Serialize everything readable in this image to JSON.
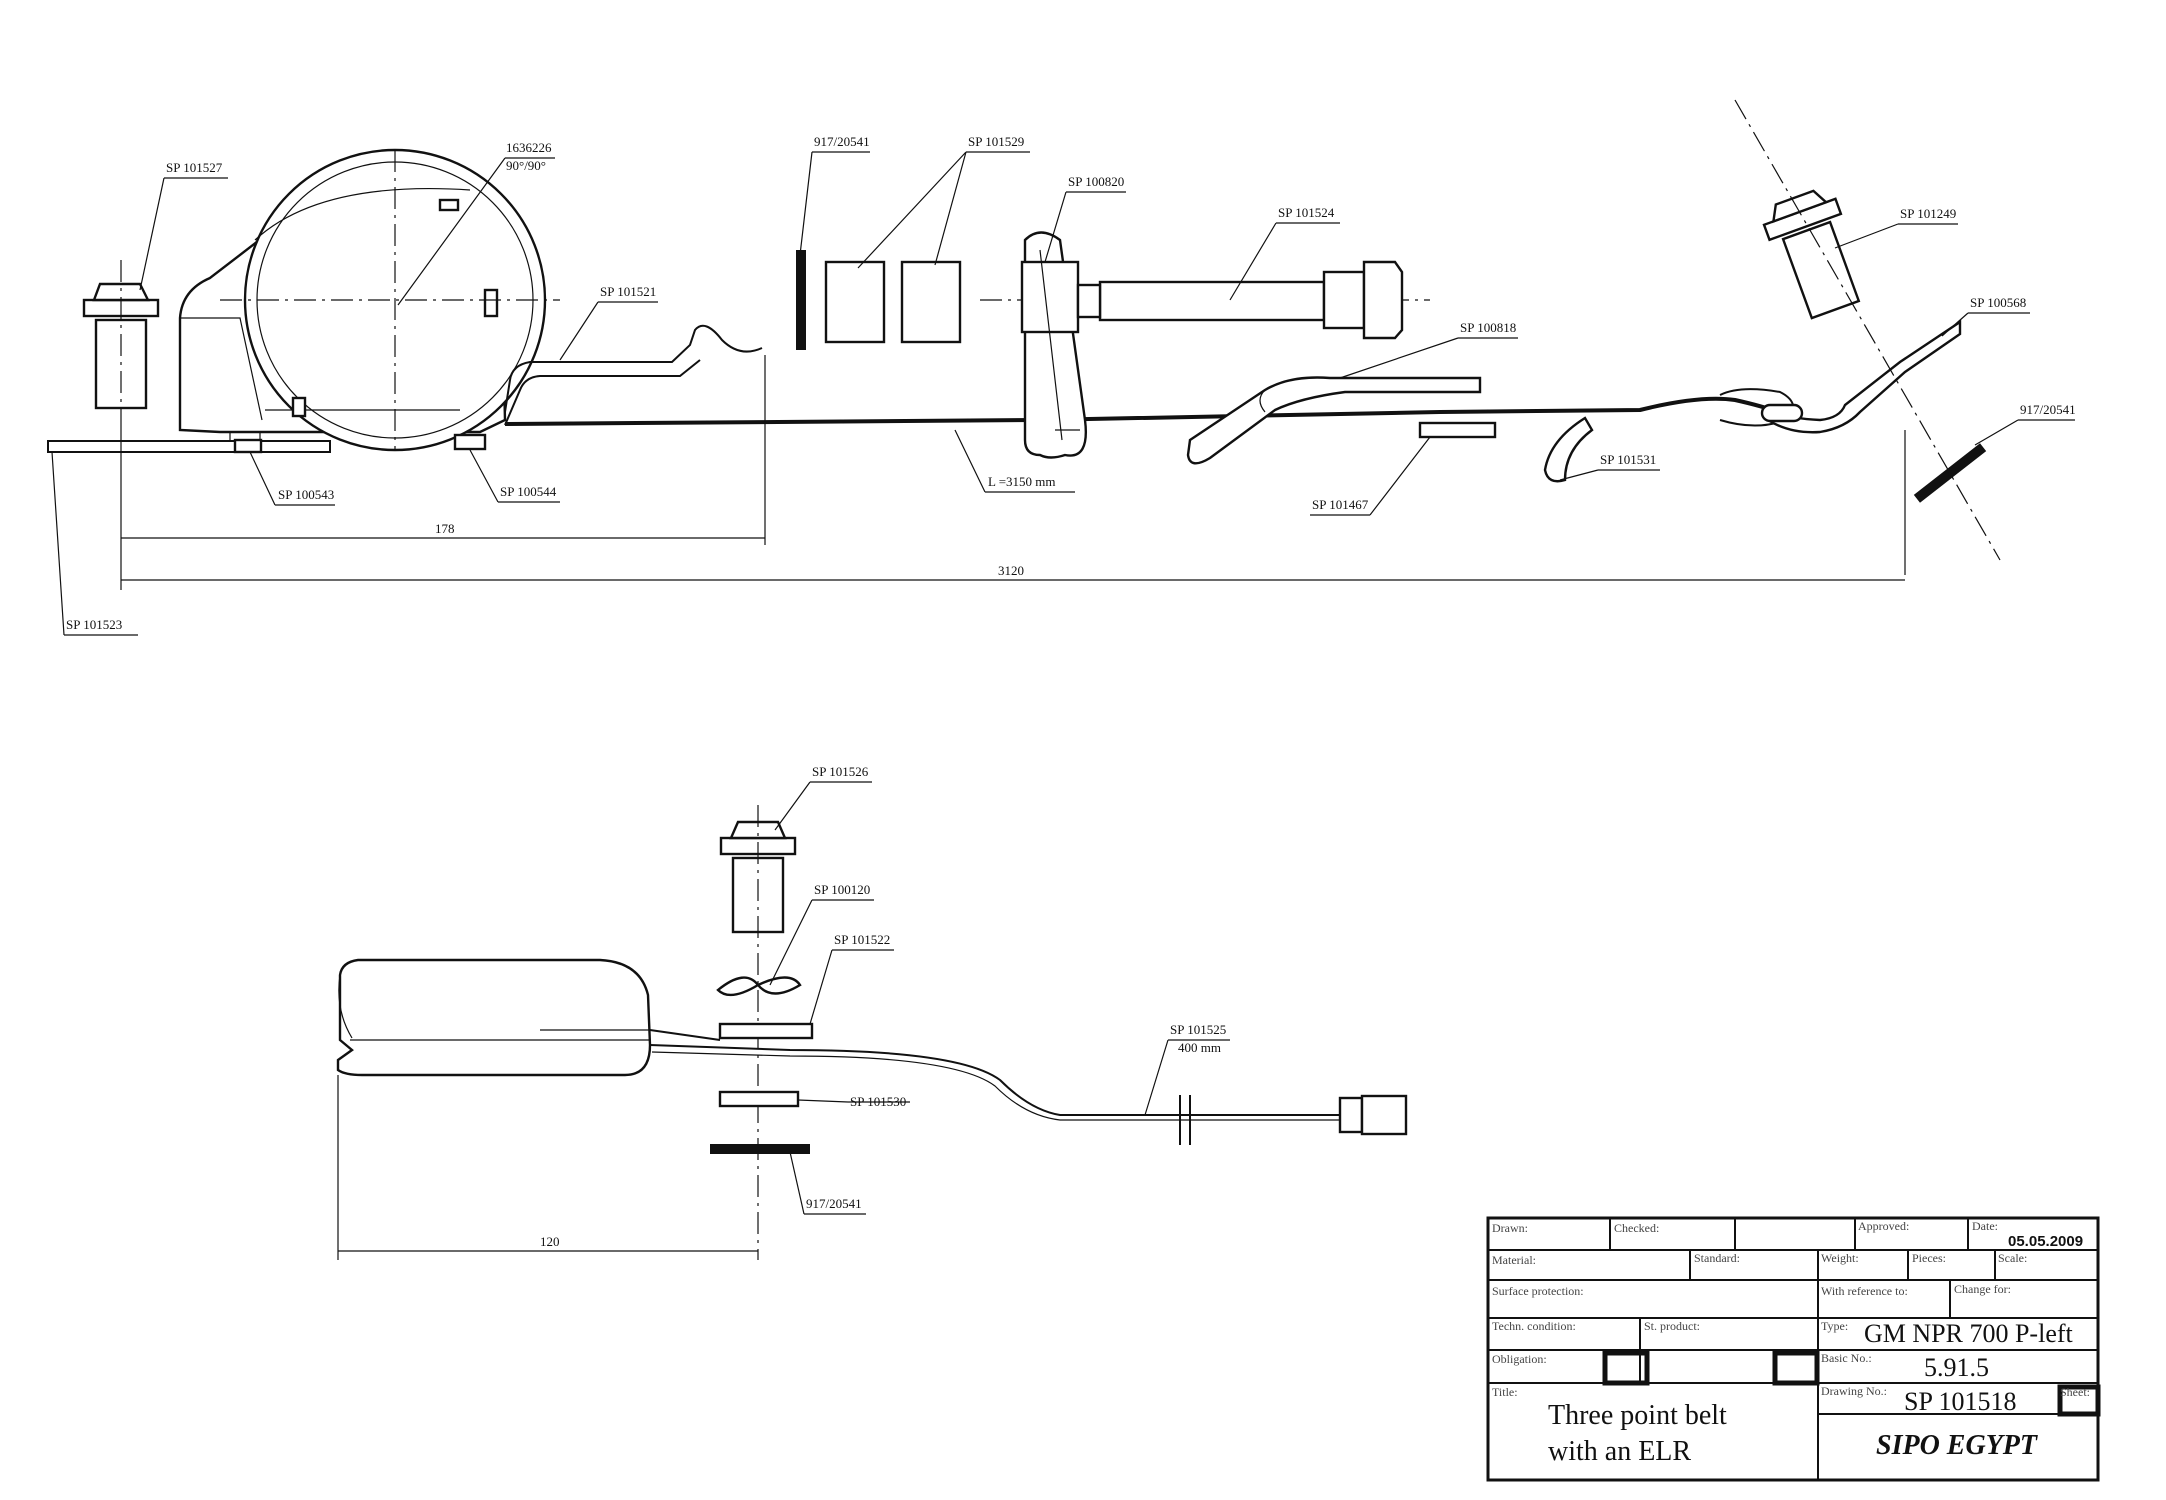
{
  "callouts": {
    "top": {
      "sp101527": "SP 101527",
      "p1636226": "1636226",
      "angle": "90°/90°",
      "sp101521": "SP 101521",
      "p917_a": "917/20541",
      "sp101529": "SP 101529",
      "sp100820": "SP 100820",
      "sp101524": "SP 101524",
      "sp100818": "SP 100818",
      "sp101249": "SP 101249",
      "sp100568": "SP 100568",
      "p917_b": "917/20541",
      "sp100543": "SP 100543",
      "sp100544": "SP 100544",
      "length": "L =3150  mm",
      "sp101531": "SP 101531",
      "sp101467": "SP 101467",
      "sp101523": "SP 101523"
    },
    "bottom": {
      "sp101526": "SP 101526",
      "sp100120": "SP 100120",
      "sp101522": "SP 101522",
      "sp101525": "SP 101525",
      "cable_length": "400 mm",
      "sp101530": "SP 101530",
      "p917_c": "917/20541"
    }
  },
  "dimensions": {
    "d178": "178",
    "d3120": "3120",
    "d120": "120"
  },
  "title_block": {
    "drawn_label": "Drawn:",
    "checked_label": "Checked:",
    "approved_label": "Approved:",
    "date_label": "Date:",
    "date_value": "05.05.2009",
    "material_label": "Material:",
    "standard_label": "Standard:",
    "weight_label": "Weight:",
    "pieces_label": "Pieces:",
    "scale_label": "Scale:",
    "surface_label": "Surface protection:",
    "reference_label": "With reference to:",
    "change_label": "Change for:",
    "techn_label": "Techn. condition:",
    "st_product_label": "St. product:",
    "type_label": "Type:",
    "type_value": "GM NPR 700 P-left",
    "obligation_label": "Obligation:",
    "basic_label": "Basic No.:",
    "basic_value": "5.91.5",
    "title_label": "Title:",
    "drawing_no_label": "Drawing No.:",
    "drawing_no_value": "SP 101518",
    "sheet_label": "Sheet:",
    "title_line1": "Three point belt",
    "title_line2": "with an ELR",
    "company": "SIPO EGYPT"
  }
}
